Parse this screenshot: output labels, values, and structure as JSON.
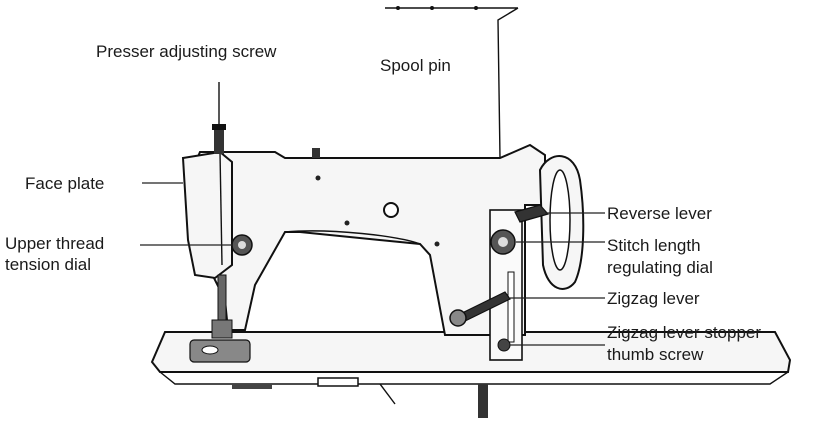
{
  "labels": {
    "presser_adjusting_screw": "Presser adjusting screw",
    "spool_pin": "Spool pin",
    "face_plate": "Face plate",
    "upper_thread_tension_dial_1": "Upper thread",
    "upper_thread_tension_dial_2": "tension dial",
    "reverse_lever": "Reverse lever",
    "stitch_length_dial_1": "Stitch length",
    "stitch_length_dial_2": "regulating dial",
    "zigzag_lever": "Zigzag lever",
    "zigzag_stopper_1": "Zigzag lever stopper",
    "zigzag_stopper_2": "thumb screw"
  }
}
